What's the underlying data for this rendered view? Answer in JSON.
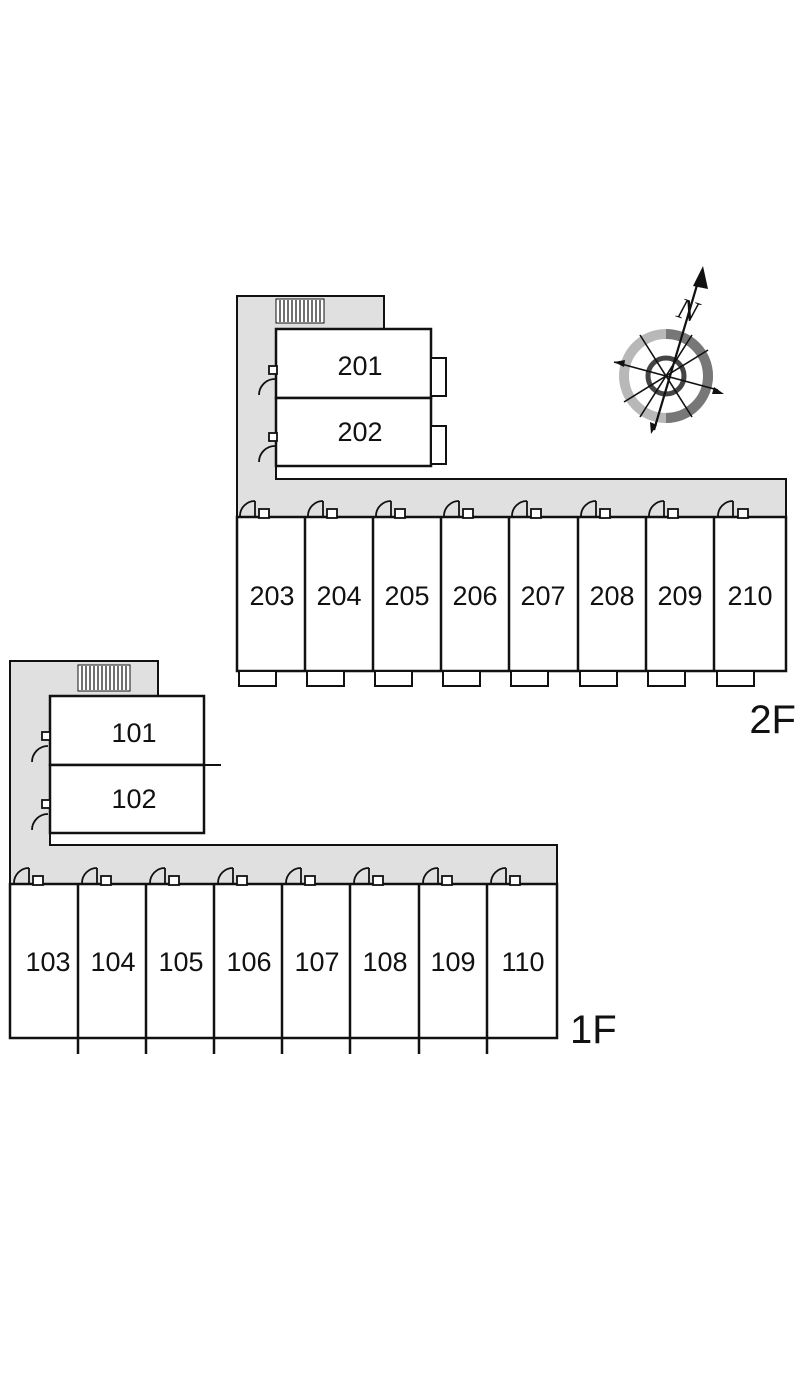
{
  "floors": [
    {
      "label": "2F",
      "top_units": [
        "201",
        "202"
      ],
      "row_units": [
        "203",
        "204",
        "205",
        "206",
        "207",
        "208",
        "209",
        "210"
      ]
    },
    {
      "label": "1F",
      "top_units": [
        "101",
        "102"
      ],
      "row_units": [
        "103",
        "104",
        "105",
        "106",
        "107",
        "108",
        "109",
        "110"
      ]
    }
  ],
  "compass": {
    "label": "N"
  },
  "colors": {
    "corridor": "#e0e0e0",
    "line": "#111111"
  }
}
